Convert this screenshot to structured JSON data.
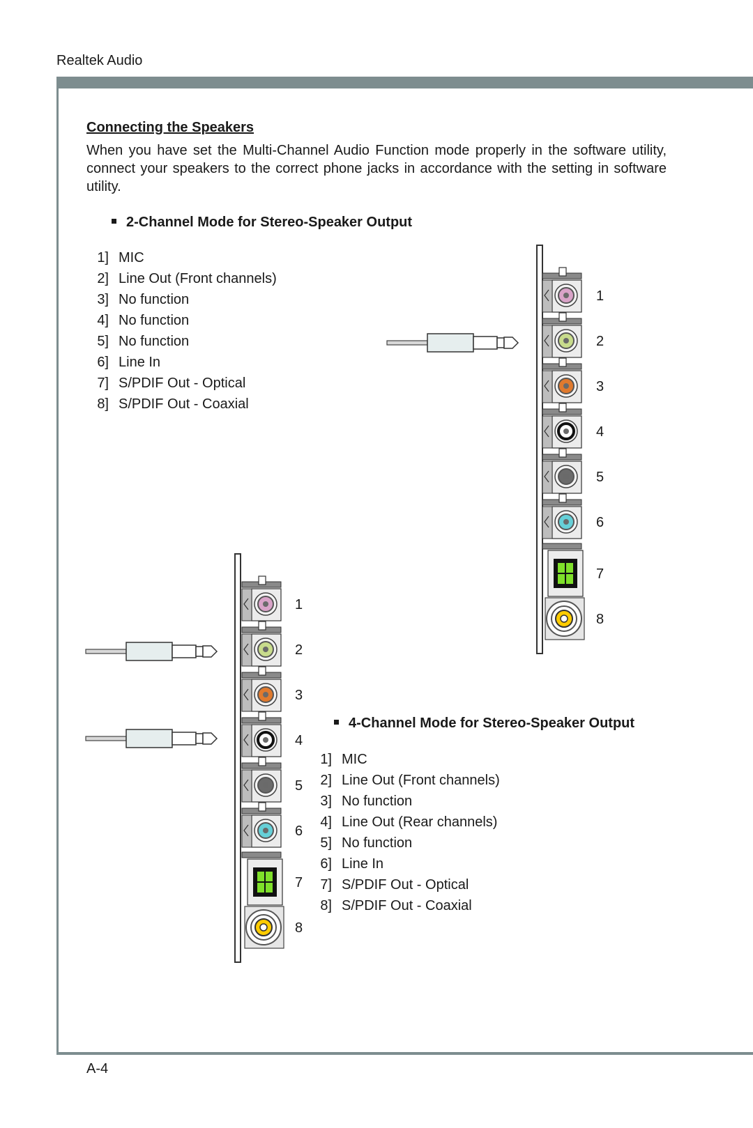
{
  "header": {
    "section": "Realtek Audio"
  },
  "title": "Connecting the Speakers",
  "intro": "When you have set the Multi-Channel Audio Function mode properly in the software utility, connect your speakers to the correct phone jacks in accordance with the setting in software utility.",
  "mode2": {
    "heading": "2-Channel Mode for Stereo-Speaker Output",
    "items": [
      {
        "num": "1]",
        "label": "MIC"
      },
      {
        "num": "2]",
        "label": "Line Out (Front channels)"
      },
      {
        "num": "3]",
        "label": "No function"
      },
      {
        "num": "4]",
        "label": "No function"
      },
      {
        "num": "5]",
        "label": "No function"
      },
      {
        "num": "6]",
        "label": "Line In"
      },
      {
        "num": "7]",
        "label": "S/PDIF Out - Optical"
      },
      {
        "num": "8]",
        "label": "S/PDIF Out - Coaxial"
      }
    ]
  },
  "mode4": {
    "heading": "4-Channel Mode for Stereo-Speaker Output",
    "items": [
      {
        "num": "1]",
        "label": "MIC"
      },
      {
        "num": "2]",
        "label": "Line Out (Front channels)"
      },
      {
        "num": "3]",
        "label": "No function"
      },
      {
        "num": "4]",
        "label": "Line Out (Rear channels)"
      },
      {
        "num": "5]",
        "label": "No function"
      },
      {
        "num": "6]",
        "label": "Line In"
      },
      {
        "num": "7]",
        "label": "S/PDIF Out - Optical"
      },
      {
        "num": "8]",
        "label": "S/PDIF Out - Coaxial"
      }
    ]
  },
  "jack_labels": [
    "1",
    "2",
    "3",
    "4",
    "5",
    "6",
    "7",
    "8"
  ],
  "jack_colors": [
    "#d9a3c8",
    "#c8dc8c",
    "#e07a2e",
    "#ffffff",
    "#6b6b6b",
    "#66d0d8"
  ],
  "colors": {
    "bar": "#7d8d8f",
    "optical": "#7fe02a",
    "coaxial": "#ffcc00"
  },
  "page_number": "A-4"
}
